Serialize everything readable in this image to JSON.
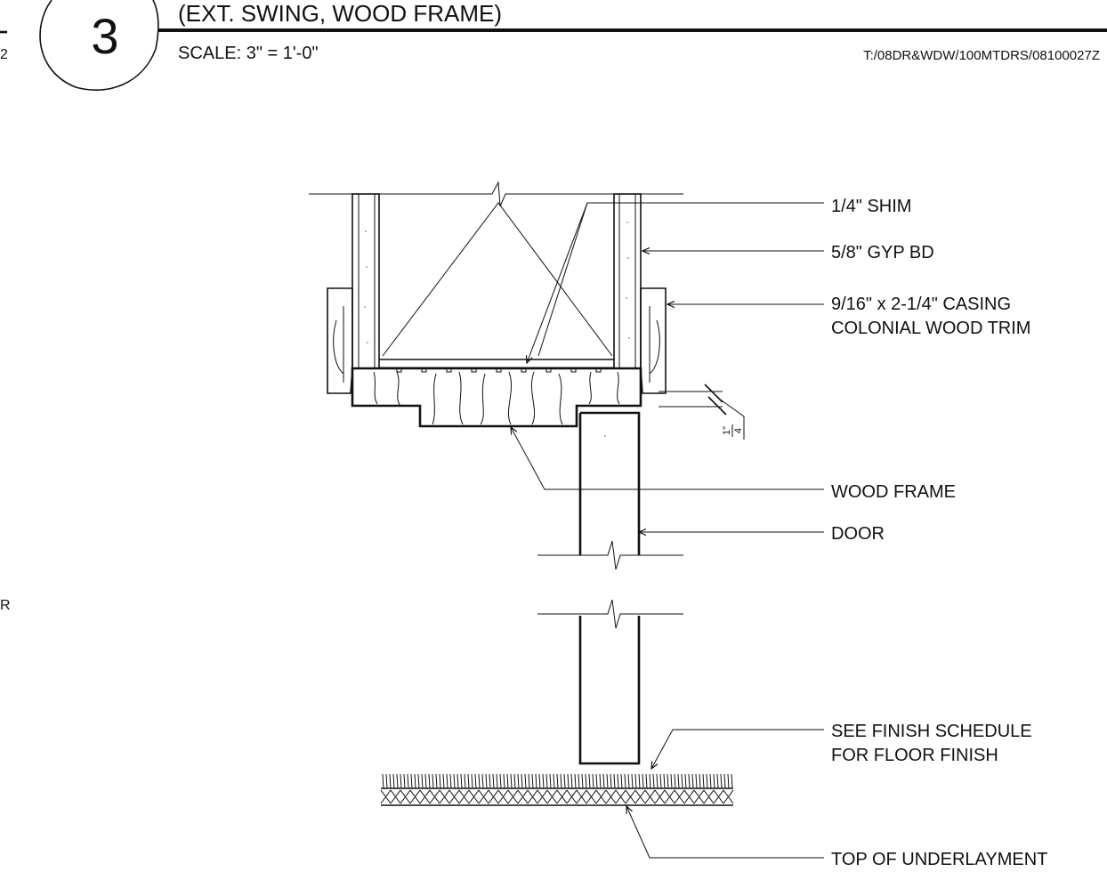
{
  "header": {
    "detail_number": "3",
    "title": "(EXT. SWING, WOOD FRAME)",
    "scale": "SCALE:  3\" = 1'-0\"",
    "file_path": "T:/08DR&WDW/100MTDRS/08100027Z",
    "left_edge_fragment_top": "2",
    "left_edge_fragment_mid": "R"
  },
  "callouts": {
    "shim": "1/4\" SHIM",
    "gyp": "5/8\" GYP BD",
    "casing_line1": "9/16\" x 2-1/4\" CASING",
    "casing_line2": "COLONIAL WOOD TRIM",
    "frame": "WOOD FRAME",
    "door": "DOOR",
    "finish_line1": "SEE FINISH SCHEDULE",
    "finish_line2": "FOR FLOOR FINISH",
    "underlayment": "TOP OF UNDERLAYMENT"
  },
  "dimension": {
    "numerator": "1\"",
    "denominator": "4"
  }
}
